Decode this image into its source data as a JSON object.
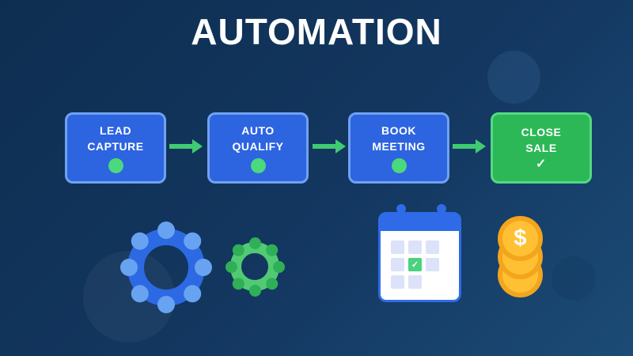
{
  "title": "AUTOMATION",
  "flow": {
    "steps": [
      {
        "line1": "LEAD",
        "line2": "CAPTURE",
        "status": "green-dot"
      },
      {
        "line1": "AUTO",
        "line2": "QUALIFY",
        "status": "green-dot"
      },
      {
        "line1": "BOOK",
        "line2": "MEETING",
        "status": "green-dot"
      },
      {
        "line1": "CLOSE",
        "line2": "SALE",
        "status": "checkmark",
        "check_glyph": "✓"
      }
    ],
    "arrow_color": "#3FCB72"
  },
  "icons": {
    "gear_large": {
      "ring_color": "#2D69E3",
      "teeth_color": "#68A3F2"
    },
    "gear_small": {
      "ring_color": "#52CA73",
      "teeth_color": "#2FAF57"
    },
    "calendar": {
      "header_color": "#2F6BE8",
      "cell_color": "#DCE2F8",
      "check_color": "#4BD27E",
      "check_glyph": "✓"
    },
    "coins": {
      "ring_color": "#F3A51D",
      "face_color": "#FFC133",
      "currency_glyph": "$"
    }
  },
  "colors": {
    "background_top_left": "#0E2E51",
    "background_bottom_right": "#1B4B76",
    "box_blue_fill": "#2D64E0",
    "box_blue_border": "#6FA2F0",
    "box_green_fill": "#2CB857",
    "box_green_border": "#54D983",
    "status_dot_green": "#4AD97C",
    "title_color": "#FFFFFF"
  }
}
